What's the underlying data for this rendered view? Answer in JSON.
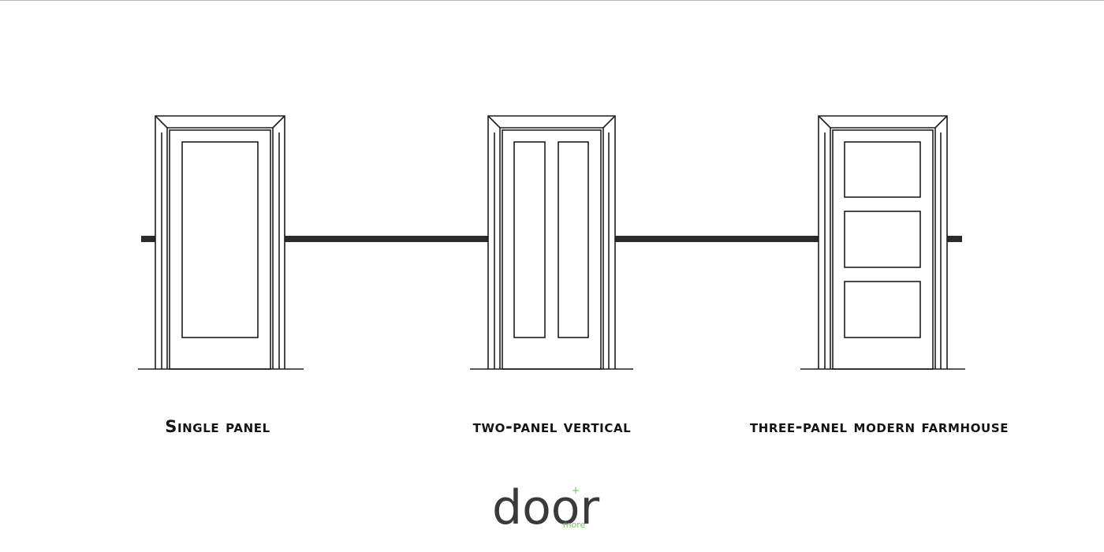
{
  "captions": {
    "single": "Single panel",
    "two": "two-panel vertical",
    "three": "three-panel modern farmhouse"
  },
  "logo": {
    "word": "door",
    "sub": "more",
    "plus": "+",
    "colors": {
      "text": "#3a3a3a",
      "accent": "#7cc35b"
    }
  },
  "colors": {
    "line": "#1e1e1e",
    "rail": "#2b2a26",
    "top_rule": "#b5b5b5"
  }
}
